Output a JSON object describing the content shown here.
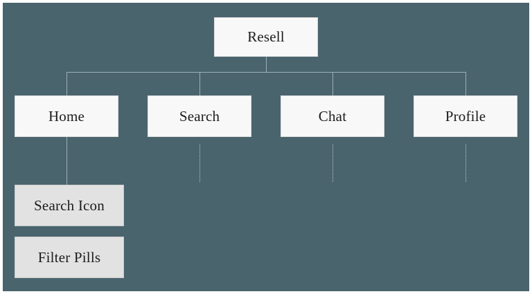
{
  "diagram": {
    "type": "tree",
    "background_color": "#4a646e",
    "node_fill_white": "#f8f8f8",
    "node_fill_grey": "#e2e2e2",
    "connector_color": "#9bb0b6",
    "root": {
      "label": "Resell"
    },
    "level_two": [
      {
        "label": "Home"
      },
      {
        "label": "Search"
      },
      {
        "label": "Chat"
      },
      {
        "label": "Profile"
      }
    ],
    "home_children": [
      {
        "label": "Search Icon"
      },
      {
        "label": "Filter Pills"
      }
    ]
  }
}
